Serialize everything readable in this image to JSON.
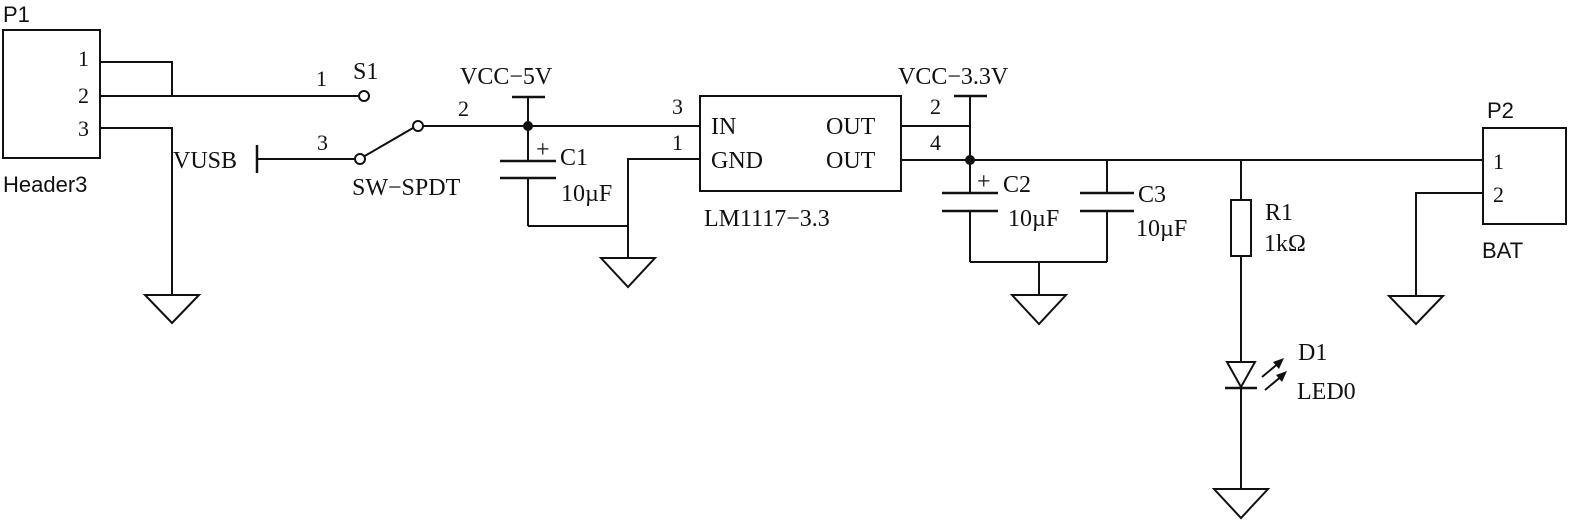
{
  "p1": {
    "designator": "P1",
    "name": "Header3",
    "pins": [
      "1",
      "2",
      "3"
    ]
  },
  "s1": {
    "designator": "S1",
    "name": "SW−SPDT",
    "pins": [
      "1",
      "2",
      "3"
    ]
  },
  "vusb": {
    "label": "VUSB"
  },
  "vcc5": {
    "label": "VCC−5V"
  },
  "vcc33": {
    "label": "VCC−3.3V"
  },
  "c1": {
    "designator": "C1",
    "value": "10µF",
    "polarity": "+"
  },
  "c2": {
    "designator": "C2",
    "value": "10µF",
    "polarity": "+"
  },
  "c3": {
    "designator": "C3",
    "value": "10µF"
  },
  "u1": {
    "name": "LM1117−3.3",
    "pin_in": "IN",
    "pin_gnd": "GND",
    "pin_out": "OUT",
    "pin_nums": {
      "in": "3",
      "gnd": "1",
      "out1": "2",
      "out2": "4"
    }
  },
  "r1": {
    "designator": "R1",
    "value": "1kΩ"
  },
  "d1": {
    "designator": "D1",
    "name": "LED0"
  },
  "p2": {
    "designator": "P2",
    "name": "BAT",
    "pins": [
      "1",
      "2"
    ]
  }
}
